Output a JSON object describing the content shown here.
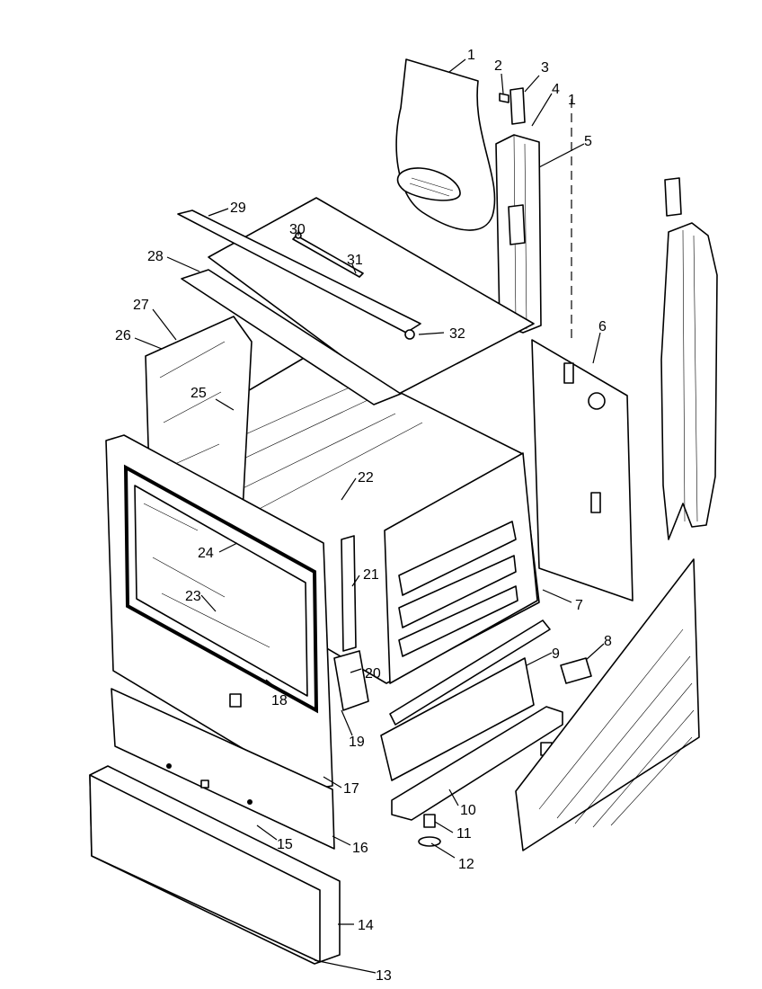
{
  "diagram": {
    "callouts": [
      {
        "id": "c1",
        "label": "1"
      },
      {
        "id": "c2",
        "label": "2"
      },
      {
        "id": "c3",
        "label": "3"
      },
      {
        "id": "c4",
        "label": "4"
      },
      {
        "id": "c5",
        "label": "5"
      },
      {
        "id": "c6",
        "label": "6"
      },
      {
        "id": "c7",
        "label": "7"
      },
      {
        "id": "c8",
        "label": "8"
      },
      {
        "id": "c9",
        "label": "9"
      },
      {
        "id": "c10",
        "label": "10"
      },
      {
        "id": "c11",
        "label": "11"
      },
      {
        "id": "c12",
        "label": "12"
      },
      {
        "id": "c13",
        "label": "13"
      },
      {
        "id": "c14",
        "label": "14"
      },
      {
        "id": "c15",
        "label": "15"
      },
      {
        "id": "c16",
        "label": "16"
      },
      {
        "id": "c17",
        "label": "17"
      },
      {
        "id": "c18",
        "label": "18"
      },
      {
        "id": "c19",
        "label": "19"
      },
      {
        "id": "c20",
        "label": "20"
      },
      {
        "id": "c21",
        "label": "21"
      },
      {
        "id": "c22",
        "label": "22"
      },
      {
        "id": "c23",
        "label": "23"
      },
      {
        "id": "c24",
        "label": "24"
      },
      {
        "id": "c25",
        "label": "25"
      },
      {
        "id": "c26",
        "label": "26"
      },
      {
        "id": "c27",
        "label": "27"
      },
      {
        "id": "c28",
        "label": "28"
      },
      {
        "id": "c29",
        "label": "29"
      },
      {
        "id": "c30",
        "label": "30"
      },
      {
        "id": "c31",
        "label": "31"
      },
      {
        "id": "c32",
        "label": "32"
      },
      {
        "id": "c1b",
        "label": "1"
      }
    ]
  }
}
